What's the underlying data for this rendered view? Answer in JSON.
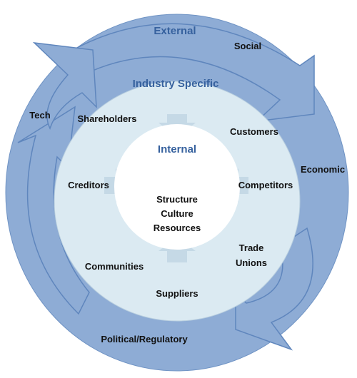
{
  "external": {
    "title": "External",
    "factors": {
      "social": "Social",
      "economic": "Economic",
      "political": "Political/Regulatory",
      "tech": "Tech"
    }
  },
  "industry": {
    "title": "Industry Specific",
    "stakeholders": {
      "shareholders": "Shareholders",
      "customers": "Customers",
      "creditors": "Creditors",
      "competitors": "Competitors",
      "communities": "Communities",
      "trade_line1": "Trade",
      "trade_line2": "Unions",
      "suppliers": "Suppliers"
    }
  },
  "internal": {
    "title": "Internal",
    "items": [
      "Structure",
      "Culture",
      "Resources"
    ]
  },
  "colors": {
    "outer_ring": "#8eacd5",
    "outer_stroke": "#5f86bd",
    "middle_ring": "#dbeaf2",
    "arrow_fill": "#c5d9e6",
    "center": "#ffffff",
    "title_text": "#36619e",
    "label_text": "#111111"
  }
}
